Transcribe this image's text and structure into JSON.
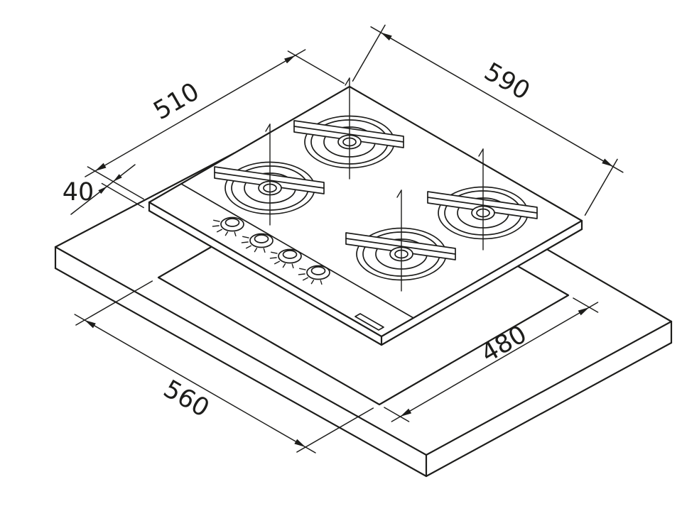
{
  "drawing": {
    "background": "#ffffff",
    "line_color": "#1d1d1b"
  },
  "dimensions": {
    "hob_depth": "510",
    "hob_width": "590",
    "hob_thickness": "40",
    "cutout_width": "560",
    "cutout_depth": "480"
  }
}
